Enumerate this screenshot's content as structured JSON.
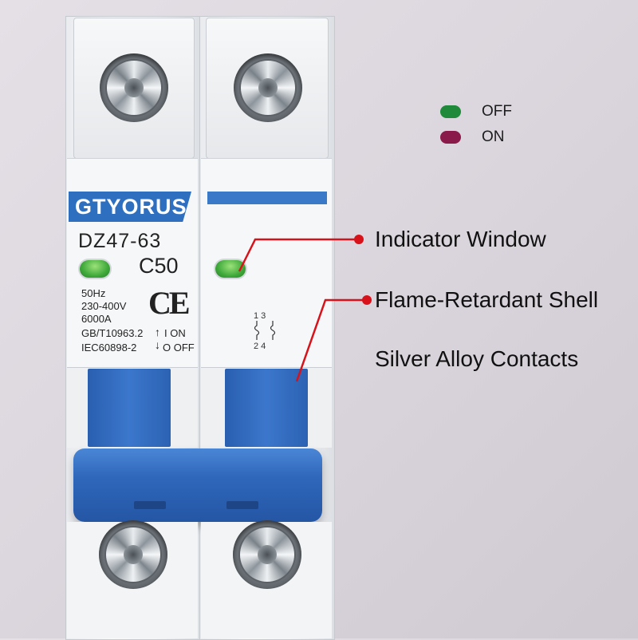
{
  "legend": {
    "off_label": "OFF",
    "on_label": "ON",
    "off_color": "#1f8a3a",
    "on_color": "#8a1a4a"
  },
  "breaker": {
    "brand": "GTYORUS",
    "model": "DZ47-63",
    "rating": "C50",
    "specs": [
      "50Hz",
      "230-400V",
      "6000A",
      "GB/T10963.2",
      "IEC60898-2"
    ],
    "mark": "CE",
    "switch_on": "I  ON",
    "switch_off": "O OFF",
    "diagram_top": "1  3",
    "diagram_bottom": "2  4"
  },
  "callouts": {
    "indicator_window": "Indicator Window",
    "flame_retardant_shell": "Flame-Retardant Shell",
    "silver_alloy_contacts": "Silver Alloy Contacts"
  },
  "colors": {
    "brand_blue": "#2f6fc0",
    "callout_red": "#d8121a"
  }
}
